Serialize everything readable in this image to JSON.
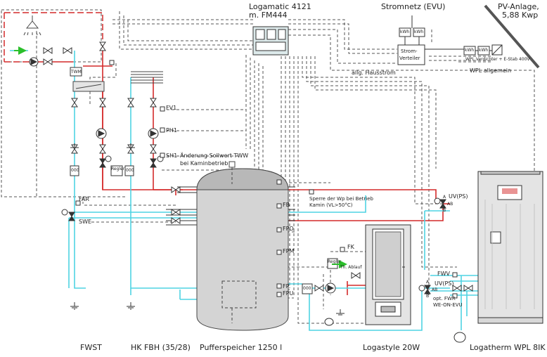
{
  "colors": {
    "water_red": "#d42a2a",
    "water_cyan": "#4fd3e3",
    "control_line": "#555555",
    "frame": "#444444",
    "tank_top": "#b8b8b8",
    "tank_body": "#d4d4d4",
    "device": "#e4e4e4",
    "green": "#2bbf2b"
  },
  "titles": {
    "controller": "Logamatic 4121",
    "controller_sub": "m. FM444",
    "grid": "Stromnetz (EVU)",
    "pv": "PV-Anlage,",
    "pv_sub": "5,88 Kwp"
  },
  "bottom_labels": {
    "fwst": "FWST",
    "hk_fbh": "HK FBH (35/28)",
    "buffer": "Pufferspeicher 1250 l",
    "logastyle": "Logastyle 20W",
    "logatherm": "Logatherm WPL 8IK"
  },
  "power": {
    "distributor_l1": "Strom-",
    "distributor_l2": "Verteiler",
    "meter_label": "kWh",
    "wpl_verdichter": "WPL Verdichter + E-Stab 400V",
    "wpl_allgemein": "WPL allgemein",
    "hausstrom": "allg. Hausstrom"
  },
  "sensors": {
    "fv1": "FV1",
    "ph1": "PH1",
    "sh1": "SH1",
    "aenderung_l1": "Änderung Sollwert TWW",
    "aenderung_l2": "bei Kaminbetrieb",
    "far": "FAR",
    "swe": "SWE",
    "fb": "FB",
    "fpo": "FPO",
    "fpm": "FPM",
    "fp": "FP",
    "fpu": "FPU",
    "fk": "FK",
    "sperre_l1": "Sperre der Wp bei Betrieb",
    "sperre_l2": "Kamin (VL>50°C)",
    "uv_ps_top": "UV(PS)",
    "uv_ps_bot": "UV(PS)",
    "fwv": "FWV",
    "opt_fwr": "opt. FWR",
    "we_on_evu": "WE-ON-EVU",
    "th_ablauf": "Th. Ablauf",
    "regler": "Regler",
    "twm": "TWM",
    "port_a": "A",
    "port_b": "B",
    "port_ab": "AB"
  },
  "display": {
    "thermo1": "000",
    "thermo2": "000",
    "thermo3": "000"
  }
}
